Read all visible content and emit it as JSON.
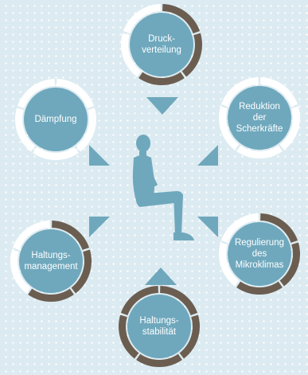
{
  "colors": {
    "background": "#dcebf1",
    "dot": "#ffffff",
    "node_fill": "#6fa8bd",
    "ring_active": "#6b5e51",
    "ring_inactive": "#ffffff",
    "arrow": "#6fa8bd",
    "figure": "#6fa8bd"
  },
  "figure": {
    "icon": "seated-person-icon"
  },
  "nodes": [
    {
      "id": "druckverteilung",
      "label": "Druck-\nverteilung",
      "progress": 0.5
    },
    {
      "id": "reduktion-der-scherkraefte",
      "label": "Reduktion\nder\nScherkräfte",
      "progress": 0
    },
    {
      "id": "regulierung-des-mikroklimas",
      "label": "Regulierung\ndes\nMikroklimas",
      "progress": 0.6
    },
    {
      "id": "haltungsstabilitaet",
      "label": "Haltungs-\nstabilität",
      "progress": 1.0
    },
    {
      "id": "haltungsmanagement",
      "label": "Haltungs-\nmanagement",
      "progress": 0.6
    },
    {
      "id": "daempfung",
      "label": "Dämpfung",
      "progress": 0
    }
  ]
}
